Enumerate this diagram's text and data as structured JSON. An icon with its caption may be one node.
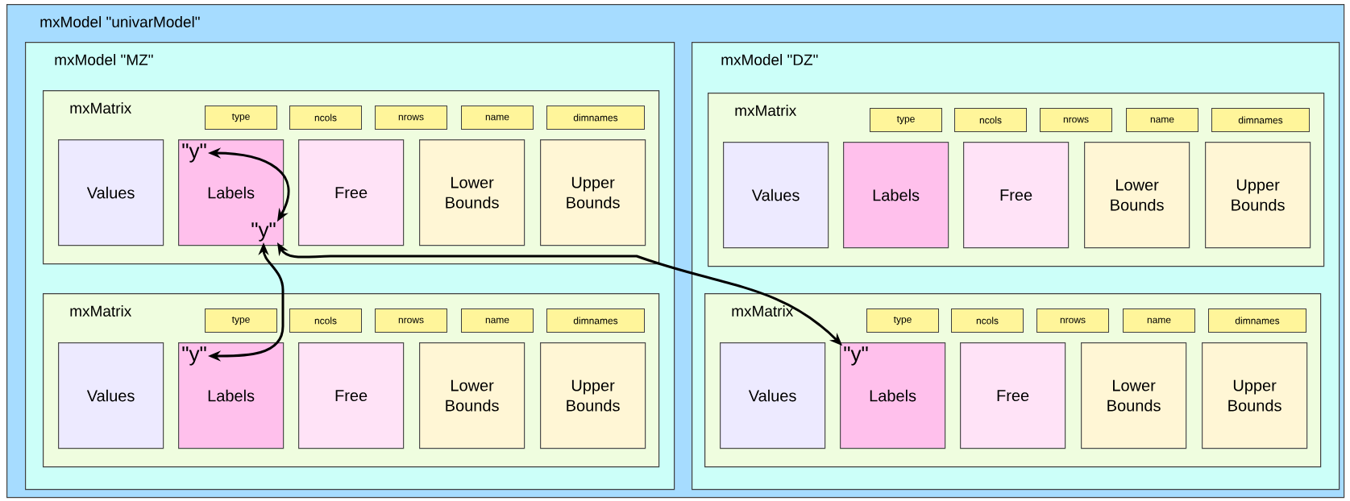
{
  "diagram": {
    "nodes": [
      {
        "text": [
          "mxModel \"univarModel\""
        ]
      },
      {
        "text": [
          "mxModel \"MZ\""
        ],
        "in": 0
      },
      {
        "text": [
          "mxMatrix"
        ],
        "in": 1
      },
      {
        "text": [
          "type"
        ],
        "in": 2
      },
      {
        "text": [
          "ncols"
        ],
        "in": 2
      },
      {
        "text": [
          "nrows"
        ],
        "in": 2
      },
      {
        "text": [
          "name"
        ],
        "in": 2
      },
      {
        "text": [
          "dimnames"
        ],
        "in": 2
      },
      {
        "text": [
          "Values"
        ],
        "in": 2
      },
      {
        "text": [
          "Labels"
        ],
        "in": 2
      },
      {
        "text": [
          "Free"
        ],
        "in": 2
      },
      {
        "text": [
          "Lower Bounds"
        ],
        "in": 2
      },
      {
        "text": [
          "Upper Bounds"
        ],
        "in": 2
      },
      {
        "text": [
          "\"y\""
        ],
        "in": 9
      },
      {
        "text": [
          "\"y\""
        ],
        "in": 9
      },
      {
        "text": [
          "mxMatrix"
        ],
        "in": 1
      },
      {
        "text": [
          "type"
        ],
        "in": 15
      },
      {
        "text": [
          "ncols"
        ],
        "in": 15
      },
      {
        "text": [
          "nrows"
        ],
        "in": 15
      },
      {
        "text": [
          "name"
        ],
        "in": 15
      },
      {
        "text": [
          "dimnames"
        ],
        "in": 15
      },
      {
        "text": [
          "Values"
        ],
        "in": 15
      },
      {
        "text": [
          "Labels"
        ],
        "in": 15
      },
      {
        "text": [
          "Free"
        ],
        "in": 15
      },
      {
        "text": [
          "Lower Bounds"
        ],
        "in": 15
      },
      {
        "text": [
          "Upper Bounds"
        ],
        "in": 15
      },
      {
        "text": [
          "\"y\""
        ],
        "in": 22
      },
      {
        "text": [
          "mxModel \"DZ\""
        ],
        "in": 0
      },
      {
        "text": [
          "mxMatrix"
        ],
        "in": 27
      },
      {
        "text": [
          "type"
        ],
        "in": 28
      },
      {
        "text": [
          "ncols"
        ],
        "in": 28
      },
      {
        "text": [
          "nrows"
        ],
        "in": 28
      },
      {
        "text": [
          "name"
        ],
        "in": 28
      },
      {
        "text": [
          "dimnames"
        ],
        "in": 28
      },
      {
        "text": [
          "Values"
        ],
        "in": 28
      },
      {
        "text": [
          "Labels"
        ],
        "in": 28
      },
      {
        "text": [
          "Free"
        ],
        "in": 28
      },
      {
        "text": [
          "Lower Bounds"
        ],
        "in": 28
      },
      {
        "text": [
          "Upper Bounds"
        ],
        "in": 28
      },
      {
        "text": [
          "mxMatrix"
        ],
        "in": 27
      },
      {
        "text": [
          "type"
        ],
        "in": 39
      },
      {
        "text": [
          "ncols"
        ],
        "in": 39
      },
      {
        "text": [
          "nrows"
        ],
        "in": 39
      },
      {
        "text": [
          "name"
        ],
        "in": 39
      },
      {
        "text": [
          "dimnames"
        ],
        "in": 39
      },
      {
        "text": [
          "Values"
        ],
        "in": 39
      },
      {
        "text": [
          "Labels"
        ],
        "in": 39
      },
      {
        "text": [
          "Free"
        ],
        "in": 39
      },
      {
        "text": [
          "Lower Bounds"
        ],
        "in": 39
      },
      {
        "text": [
          "Upper Bounds"
        ],
        "in": 39
      },
      {
        "text": [
          "\"y\""
        ],
        "in": 46
      }
    ],
    "edges": [
      {
        "from": 13,
        "to": 14,
        "arrow": "both"
      },
      {
        "from": 14,
        "to": 26,
        "arrow": "both"
      },
      {
        "from": 14,
        "to": 50,
        "arrow": "both"
      }
    ]
  }
}
